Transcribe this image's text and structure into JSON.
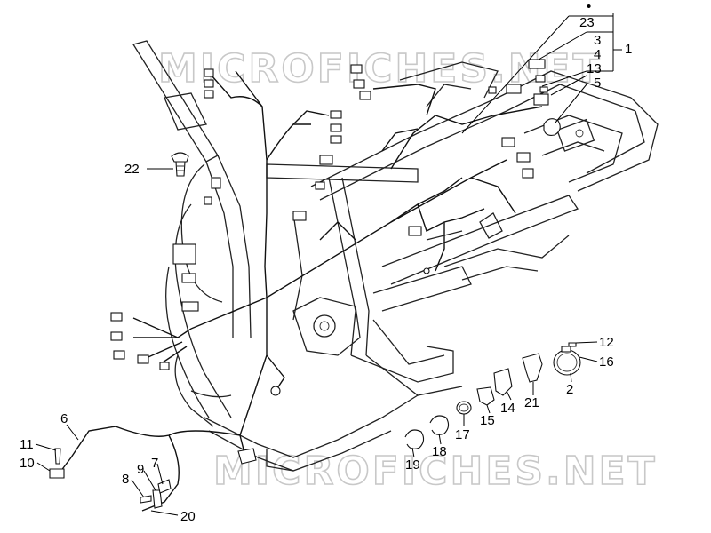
{
  "watermarks": [
    "MICROFICHES.NET",
    "MICROFICHES.NET"
  ],
  "callouts": [
    {
      "id": "23",
      "label": "23"
    },
    {
      "id": "3",
      "label": "3"
    },
    {
      "id": "4",
      "label": "4"
    },
    {
      "id": "13",
      "label": "13"
    },
    {
      "id": "5",
      "label": "5"
    },
    {
      "id": "1",
      "label": "1"
    },
    {
      "id": "22",
      "label": "22"
    },
    {
      "id": "12",
      "label": "12"
    },
    {
      "id": "16",
      "label": "16"
    },
    {
      "id": "2",
      "label": "2"
    },
    {
      "id": "21",
      "label": "21"
    },
    {
      "id": "14",
      "label": "14"
    },
    {
      "id": "15",
      "label": "15"
    },
    {
      "id": "17",
      "label": "17"
    },
    {
      "id": "18",
      "label": "18"
    },
    {
      "id": "19",
      "label": "19"
    },
    {
      "id": "6",
      "label": "6"
    },
    {
      "id": "11",
      "label": "11"
    },
    {
      "id": "10",
      "label": "10"
    },
    {
      "id": "9",
      "label": "9"
    },
    {
      "id": "7",
      "label": "7"
    },
    {
      "id": "8",
      "label": "8"
    },
    {
      "id": "20",
      "label": "20"
    }
  ]
}
